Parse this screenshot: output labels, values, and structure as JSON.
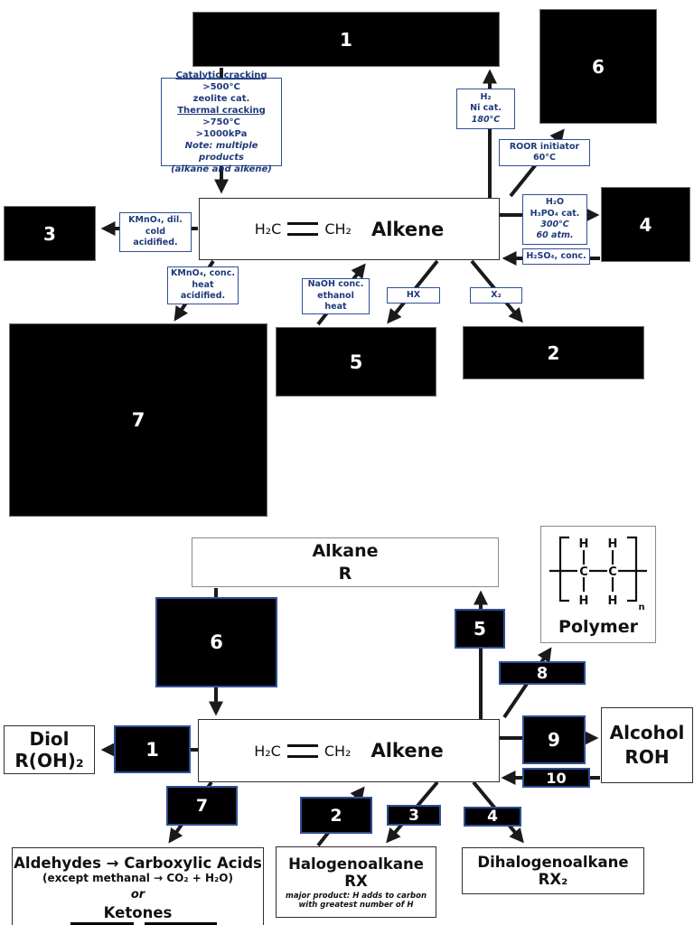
{
  "colors": {
    "navy_text": "#1f3a7a",
    "navy_border": "#2e4f96",
    "box_black": "#000000",
    "arrow": "#1a1a1a"
  },
  "top": {
    "boxes": {
      "b1": "1",
      "b2": "2",
      "b3": "3",
      "b4": "4",
      "b5": "5",
      "b6": "6",
      "b7": "7"
    },
    "alkene": {
      "f1": "H₂C",
      "f2": "CH₂",
      "name": "Alkene"
    },
    "cracking": {
      "l1": "Catalytic cracking",
      "l2": ">500°C",
      "l3": "zeolite cat.",
      "l4": "Thermal cracking",
      "l5": ">750°C",
      "l6": ">1000kPa",
      "l7": "Note: multiple products",
      "l8": "(alkane and alkene)"
    },
    "h2": {
      "l1": "H₂",
      "l2": "Ni cat.",
      "l3": "180°C"
    },
    "roor": {
      "l1": "ROOR initiator",
      "l2": "60°C"
    },
    "kmno4_dil": {
      "l1": "KMnO₄, dil.",
      "l2": "cold",
      "l3": "acidified."
    },
    "kmno4_conc": {
      "l1": "KMnO₄, conc.",
      "l2": "heat",
      "l3": "acidified."
    },
    "naoh": {
      "l1": "NaOH conc.",
      "l2": "ethanol",
      "l3": "heat"
    },
    "hx": "HX",
    "x2": "X₂",
    "h2o": {
      "l1": "H₂O",
      "l2": "H₃PO₄ cat.",
      "l3": "300°C",
      "l4": "60 atm."
    },
    "h2so4": "H₂SO₄, conc."
  },
  "bottom": {
    "boxes": {
      "b1": "1",
      "b2": "2",
      "b3": "3",
      "b4": "4",
      "b5": "5",
      "b6": "6",
      "b7": "7",
      "b8": "8",
      "b9": "9",
      "b10": "10"
    },
    "alkane": {
      "l1": "Alkane",
      "l2": "R"
    },
    "alkene": {
      "f1": "H₂C",
      "f2": "CH₂",
      "name": "Alkene"
    },
    "polymer": {
      "h": "H",
      "c": "C",
      "n": "n",
      "label": "Polymer"
    },
    "diol": {
      "l1": "Diol",
      "l2": "R(OH)₂"
    },
    "alcohol": {
      "l1": "Alcohol",
      "l2": "ROH"
    },
    "aldehydes": {
      "l1": "Aldehydes → Carboxylic Acids",
      "l2": "(except methanal → CO₂ + H₂O)",
      "l3": "or",
      "l4": "Ketones"
    },
    "halogenoalkane": {
      "l1": "Halogenoalkane",
      "l2": "RX",
      "l3": "major product: H adds to carbon",
      "l4": "with greatest number of H"
    },
    "dihalogenoalkane": {
      "l1": "Dihalogenoalkane",
      "l2": "RX₂"
    }
  }
}
